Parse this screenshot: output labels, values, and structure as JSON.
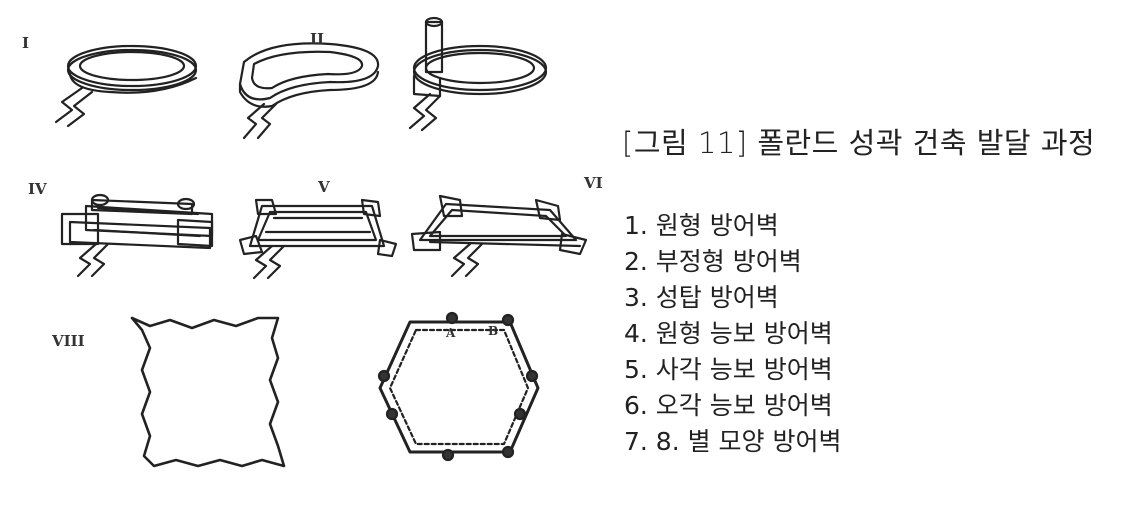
{
  "figure": {
    "roman_labels": {
      "i": "I",
      "ii": "II",
      "iv": "IV",
      "v": "V",
      "vi": "VI",
      "viii": "VIII",
      "hex_marks": [
        "A",
        "B"
      ]
    }
  },
  "caption": "[그림 11] 폴란드 성곽 건축 발달 과정",
  "legend": [
    "1. 원형 방어벽",
    "2. 부정형 방어벽",
    "3. 성탑 방어벽",
    "4. 원형 능보 방어벽",
    "5. 사각 능보 방어벽",
    "6. 오각 능보 방어벽",
    "7. 8. 별 모양 방어벽"
  ]
}
